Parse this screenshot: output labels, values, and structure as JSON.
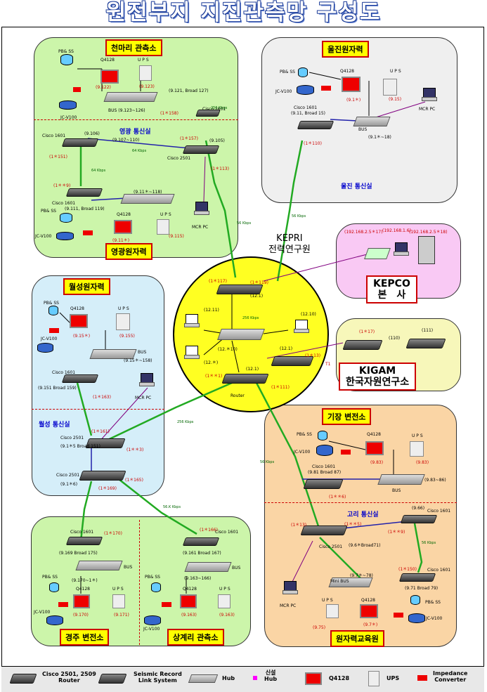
{
  "title": "원전부지 지진관측망 구성도",
  "center": {
    "name_en": "KEPRI",
    "name_ko": "전력연구원",
    "ip1": "(1＊117)",
    "ip2": "(1＊119)",
    "ip3": "(12.1)",
    "ip4": "(12.11)",
    "ip5": "(12.10)",
    "ip6": "(12.＊10)",
    "ip7": "(12.1)",
    "ip8": "(12.＊)",
    "ip9": "(1＊13)",
    "ip10": "(12.1)",
    "ip11": "(1＊＊1)",
    "ip12": "(1＊111)",
    "router": "Router"
  },
  "regions": {
    "cheonmari": {
      "label": "천마리 관측소",
      "sub": "영광 통신실",
      "bottom": "영광원자력",
      "pbs": "PB& SS",
      "jc": "JC-V100",
      "q": "Q4128",
      "ups": "U P S",
      "ip_q": "(9.122)",
      "ip_ups": "(9.123)",
      "bus": "BUS (9.123~126)",
      "cisco1": "Cisco 1601",
      "ip_c1": "(9.121, Broad 127)",
      "ip_c1r": "(1＊158)",
      "cisco2": "Cisco 1601",
      "ip_c2": "(9.106)",
      "ip_c2b": "(9.107~110)",
      "ip_c2r": "(1＊151)",
      "cisco3": "Cisco 2501",
      "ip_c3": "(9.105)",
      "ip_c3r": "(1＊157)",
      "ip_c3r2": "(1＊113)",
      "cisco4": "Cisco 1601",
      "ip_c4": "(9.111, Broad 119)",
      "ip_c4r": "(1＊＊9)",
      "ip_hub": "(9.11＊~118)",
      "ip_q2": "(9.11＊)",
      "ip_ups2": "(9.115)",
      "mcr": "MCR PC"
    },
    "uljin": {
      "label": "울진원자력",
      "sub": "울진 통신실",
      "pbs": "PB& SS",
      "jc": "JC-V100",
      "q": "Q4128",
      "ups": "U P S",
      "ip_q": "(9.1＊)",
      "ip_ups": "(9.15)",
      "cisco": "Cisco 1601",
      "ip_c": "(9.11, Broad 15)",
      "bus": "BUS",
      "ip_bus": "(9.1＊~18)",
      "ip_r": "(1＊110)",
      "mcr": "MCR PC"
    },
    "kepco": {
      "label": "KEPCO\n본　사",
      "ip1": "(192.168.2.5＊17)",
      "ip2": "(192.168.1.6)",
      "ip3": "(192.168.2.5＊18)"
    },
    "kigam": {
      "label": "KIGAM\n한국자원연구소",
      "ip1": "(1＊17)",
      "ip2": "(110)",
      "ip3": "(111)",
      "t1": "T1"
    },
    "wolsong": {
      "label": "월성원자력",
      "sub": "월성 통신실",
      "pbs": "PB& SS",
      "jc": "JC-V100",
      "q": "Q4128",
      "ups": "U P S",
      "ip_q": "(9.15＊)",
      "ip_ups": "(9.155)",
      "bus": "BUS",
      "ip_bus": "(9.15＊~158)",
      "cisco1": "Cisco 1601",
      "ip_c1": "(9.151 Broad 159)",
      "ip_c1r": "(1＊163)",
      "cisco2": "Cisco 2501",
      "ip_c2": "(9.1＊5 Broad 151)",
      "ip_c2r": "(1＊161)",
      "ip_c2r2": "(1＊＊3)",
      "cisco3": "Cisco 2501",
      "ip_c3": "(9.1＊6)",
      "ip_c3r": "(1＊169)",
      "ip_c3r2": "(1＊165)",
      "mcr": "MCR PC"
    },
    "gijang": {
      "label": "기장 변전소",
      "sub": "고리 통신실",
      "bottom": "원자력교육원",
      "pbs": "PB& SS",
      "jc": "JC-V100",
      "q": "Q4128",
      "ups": "U P S",
      "ip_q": "(9.83)",
      "ip_ups": "(9.83)",
      "cisco1": "Cisco 1601",
      "ip_c1": "(9.81 Broad 87)",
      "bus": "BUS",
      "ip_bus": "(9.83~86)",
      "ip_c1r": "(1＊＊6)",
      "cisco2": "Cisco 2501",
      "ip_c2": "(9.6＊Broad71)",
      "ip_c2r": "(1＊13)",
      "ip_c2r2": "(1＊＊5)",
      "cisco3": "Cisco 1601",
      "ip_c3": "(9.66)",
      "ip_c3r": "(1＊＊9)",
      "cisco4": "Cisco 1601",
      "ip_c4": "(9.71 Broad 79)",
      "ip_c4r": "(1＊150)",
      "mhub": "Mini BUS",
      "ip_mhub": "(9.7＊~78)",
      "ip_q2": "(9.7＊)",
      "ip_ups2": "(9.75)",
      "mcr": "MCR PC"
    },
    "gyeongju": {
      "label": "경주 변전소",
      "pbs": "PB& SS",
      "jc": "JC-V100",
      "q": "Q4128",
      "ups": "U P S",
      "cisco": "Cisco 1601",
      "ip_c": "(9.169 Broad 175)",
      "ip_cr": "(1＊170)",
      "bus": "BUS",
      "ip_bus": "(9.170~1＊)",
      "ip_q": "(9.170)",
      "ip_ups": "(9.171)"
    },
    "sanggyeri": {
      "label": "상계리 관측소",
      "pbs": "PB& SS",
      "jc": "JC-V100",
      "q": "Q4128",
      "ups": "U P S",
      "cisco": "Cisco 1601",
      "ip_c": "(9.161 Broad 167)",
      "ip_cr": "(1＊166)",
      "bus": "BUS",
      "ip_bus": "(9.163~166)",
      "ip_q": "(9.163)",
      "ip_ups": "(9.163)"
    }
  },
  "links": {
    "l1": "64 Kbps",
    "l2": "64 Kbps",
    "l3": "256 Kbps",
    "l4": "56.K Kbps",
    "l5": "56 Kbps",
    "l6": "56 Kbps",
    "l7": "256 Kbps",
    "l8": "56 Kbps",
    "l9": "256 Kbps",
    "l10": "56 Kbps",
    "l11": "T1"
  },
  "legend": {
    "router": "Cisco 2501, 2509\nRouter",
    "seismic": "Seismic Record\nLink System",
    "hub": "Hub",
    "newhub": "신설\nHub",
    "q4128": "Q4128",
    "ups": "UPS",
    "imp": "Impedance\nConverter"
  },
  "colors": {
    "green_region": "#ccf5aa",
    "gray_region": "#efefef",
    "blue_region": "#d5eef9",
    "orange_region": "#fad5a5",
    "pink_region": "#f9c9f4",
    "yellow_region": "#f7f7ba",
    "green_link": "#22aa22",
    "blue_link": "#2222aa"
  }
}
